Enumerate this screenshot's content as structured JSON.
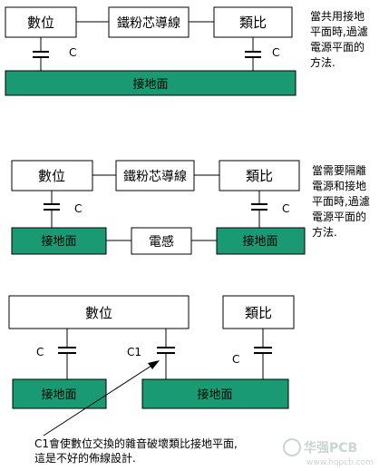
{
  "colors": {
    "ground_fill": "#1a9a72",
    "line": "#000000",
    "background": "#ffffff",
    "watermark": "#b8c8c0"
  },
  "section1": {
    "digital": "數位",
    "bead": "鐵粉芯導線",
    "analog": "類比",
    "cap_left": "C",
    "cap_right": "C",
    "ground": "接地面",
    "note": [
      "當共用接地",
      "平面時,過濾",
      "電源平面的",
      "方法."
    ]
  },
  "section2": {
    "digital": "數位",
    "bead": "鐵粉芯導線",
    "analog": "類比",
    "cap_left": "C",
    "cap_right": "C",
    "ground_left": "接地面",
    "inductor": "電感",
    "ground_right": "接地面",
    "note": [
      "當需要隔離",
      "電源和接地",
      "平面時,過濾",
      "電源平面的",
      "方法."
    ]
  },
  "section3": {
    "digital": "數位",
    "analog": "類比",
    "cap_left": "C",
    "cap_mid": "C1",
    "cap_right": "C",
    "ground_left": "接地面",
    "ground_right": "接地面",
    "note": [
      "C1會使數位交換的雜音破壞類比接地平面,",
      "這是不好的佈線設計."
    ]
  },
  "watermark": {
    "brand": "华强PCB",
    "url": "www.hqpcb.com"
  }
}
